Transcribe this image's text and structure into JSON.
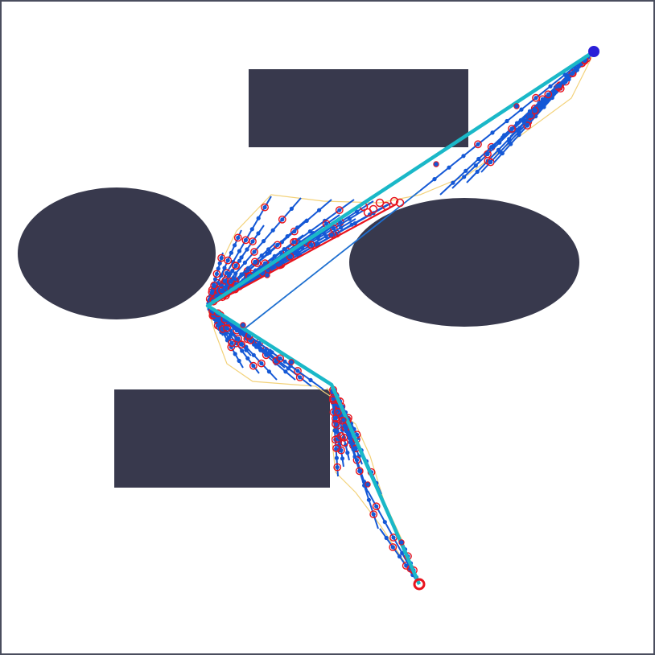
{
  "colors": {
    "background": "#ffffff",
    "border": "#4a4e5e",
    "obstacle": "#38394d",
    "tree_edge": "#1458d6",
    "tree_node_fill": "#1458d6",
    "tree_node_ring": "#e8141e",
    "final_path": "#1ab8c8",
    "hull_outline": "#f3d27a",
    "connector": "#1e6fd0",
    "goal_marker": "#2a1fd8",
    "start_marker": "#e8141e",
    "red_segment": "#e8141e"
  },
  "scene": {
    "type": "path-planning",
    "start_marker": "start-circle",
    "goal_marker": "goal-circle",
    "obstacle_count": 4,
    "obstacle_shapes": [
      "rectangle",
      "ellipse",
      "ellipse",
      "rectangle"
    ]
  }
}
